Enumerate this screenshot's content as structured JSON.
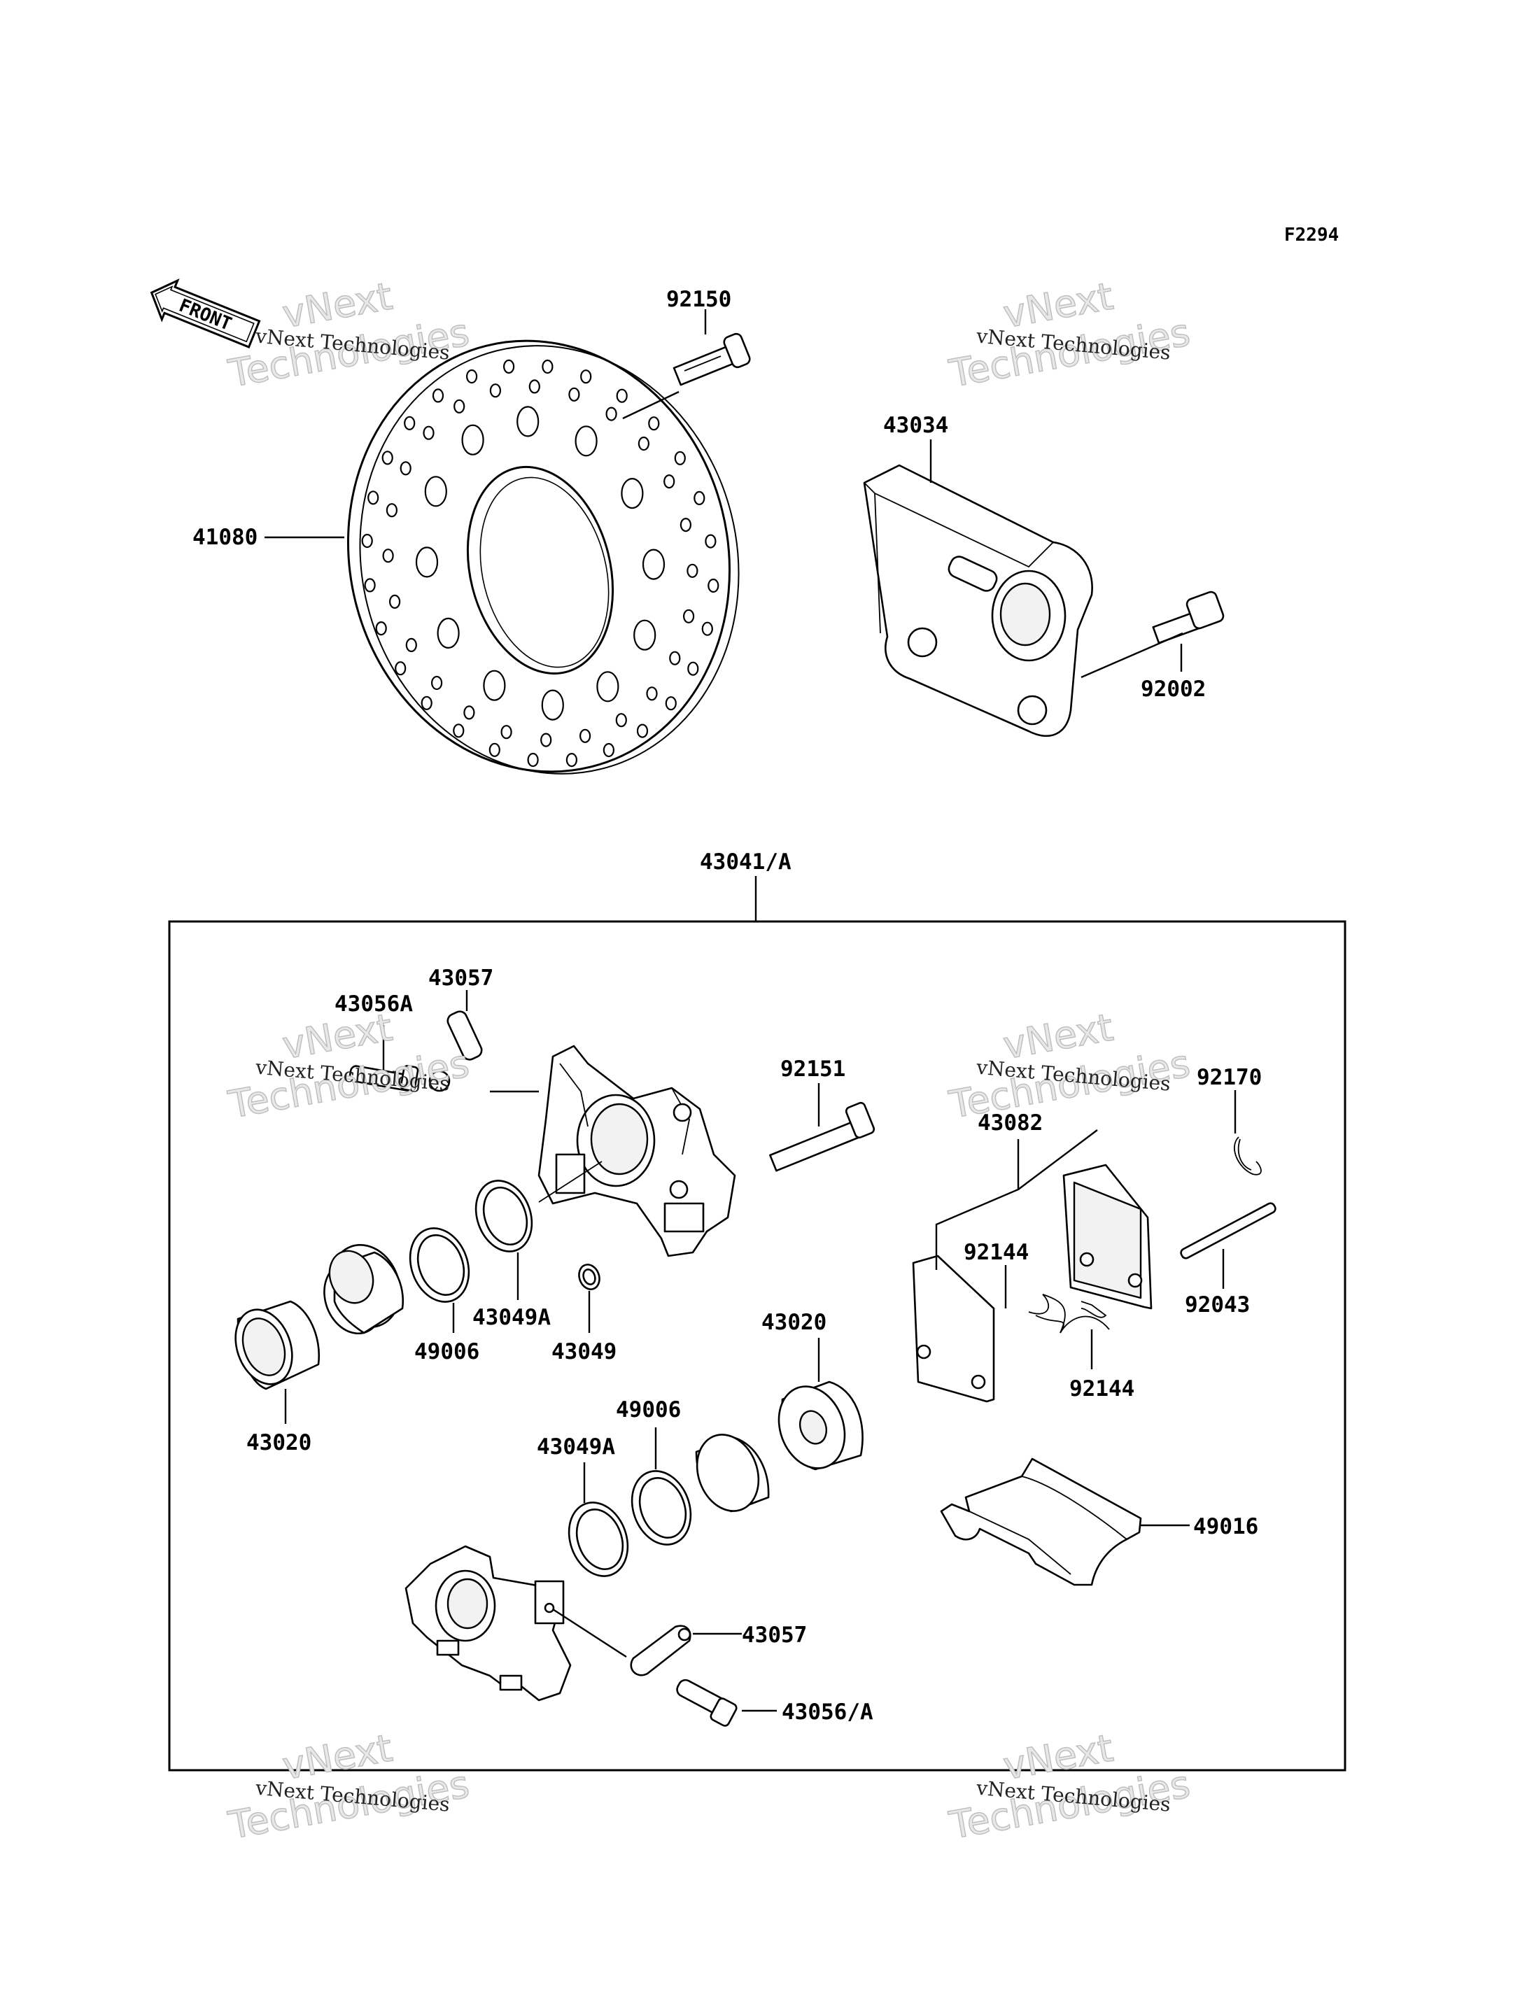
{
  "diagram_code": "F2294",
  "front_arrow_label": "FRONT",
  "watermark": {
    "small_text": "vNext Technologies",
    "big_line1": "vNext",
    "big_line2": "Technologies"
  },
  "part_labels": {
    "p92150": "92150",
    "p41080": "41080",
    "p43034": "43034",
    "p92002": "92002",
    "p43041A": "43041/A",
    "p43057_top": "43057",
    "p43056A_top": "43056A",
    "p92151": "92151",
    "p92170": "92170",
    "p43082": "43082",
    "p92144_top": "92144",
    "p92043": "92043",
    "p43049A_top": "43049A",
    "p49006_top": "49006",
    "p43049": "43049",
    "p43020_left": "43020",
    "p43020_right": "43020",
    "p92144_bottom": "92144",
    "p49006_bottom": "49006",
    "p43049A_bottom": "43049A",
    "p49016": "49016",
    "p43057_bottom": "43057",
    "p43056A_bottom": "43056/A"
  }
}
